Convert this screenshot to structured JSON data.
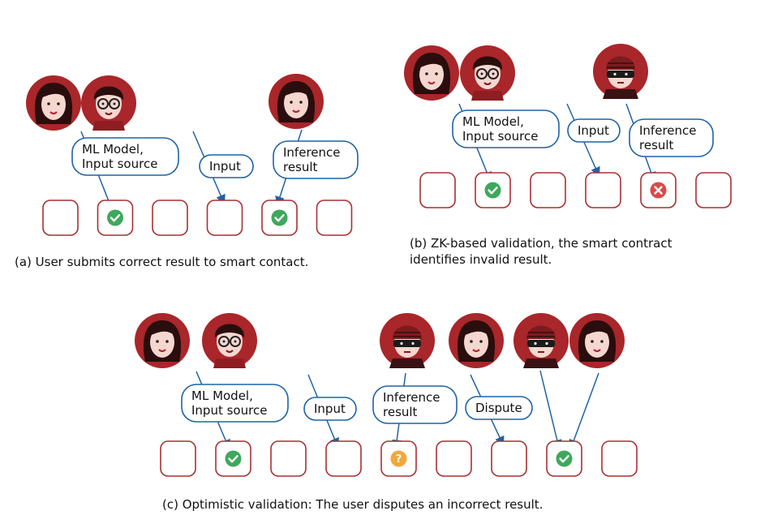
{
  "panels": {
    "a": {
      "caption": "(a) User submits correct result to smart contact.",
      "bubble_ml": [
        "ML Model,",
        "Input source"
      ],
      "bubble_input": [
        "Input"
      ],
      "bubble_inference": [
        "Inference",
        "result"
      ],
      "block_states": [
        "empty",
        "check",
        "empty",
        "empty",
        "check",
        "empty"
      ]
    },
    "b": {
      "caption_lines": [
        "(b) ZK-based validation, the smart contract",
        "identifies invalid result."
      ],
      "bubble_ml": [
        "ML Model,",
        "Input source"
      ],
      "bubble_input": [
        "Input"
      ],
      "bubble_inference": [
        "Inference",
        "result"
      ],
      "block_states": [
        "empty",
        "check",
        "empty",
        "empty",
        "cross",
        "empty"
      ]
    },
    "c": {
      "caption": "(c) Optimistic validation: The user disputes an incorrect result.",
      "bubble_ml": [
        "ML Model,",
        "Input source"
      ],
      "bubble_input": [
        "Input"
      ],
      "bubble_inference": [
        "Inference",
        "result"
      ],
      "bubble_dispute": [
        "Dispute"
      ],
      "block_states": [
        "empty",
        "check",
        "empty",
        "empty",
        "question",
        "empty",
        "empty",
        "check",
        "empty"
      ]
    }
  },
  "avatar_types": [
    "woman-avatar",
    "man-glasses-avatar",
    "thief-avatar"
  ],
  "colors": {
    "block_border": "#a93033",
    "arrow": "#1f63a6",
    "check": "#3ea85c",
    "cross": "#d94a4a",
    "question": "#f0a83c",
    "avatar_bg": "#a9262a"
  }
}
